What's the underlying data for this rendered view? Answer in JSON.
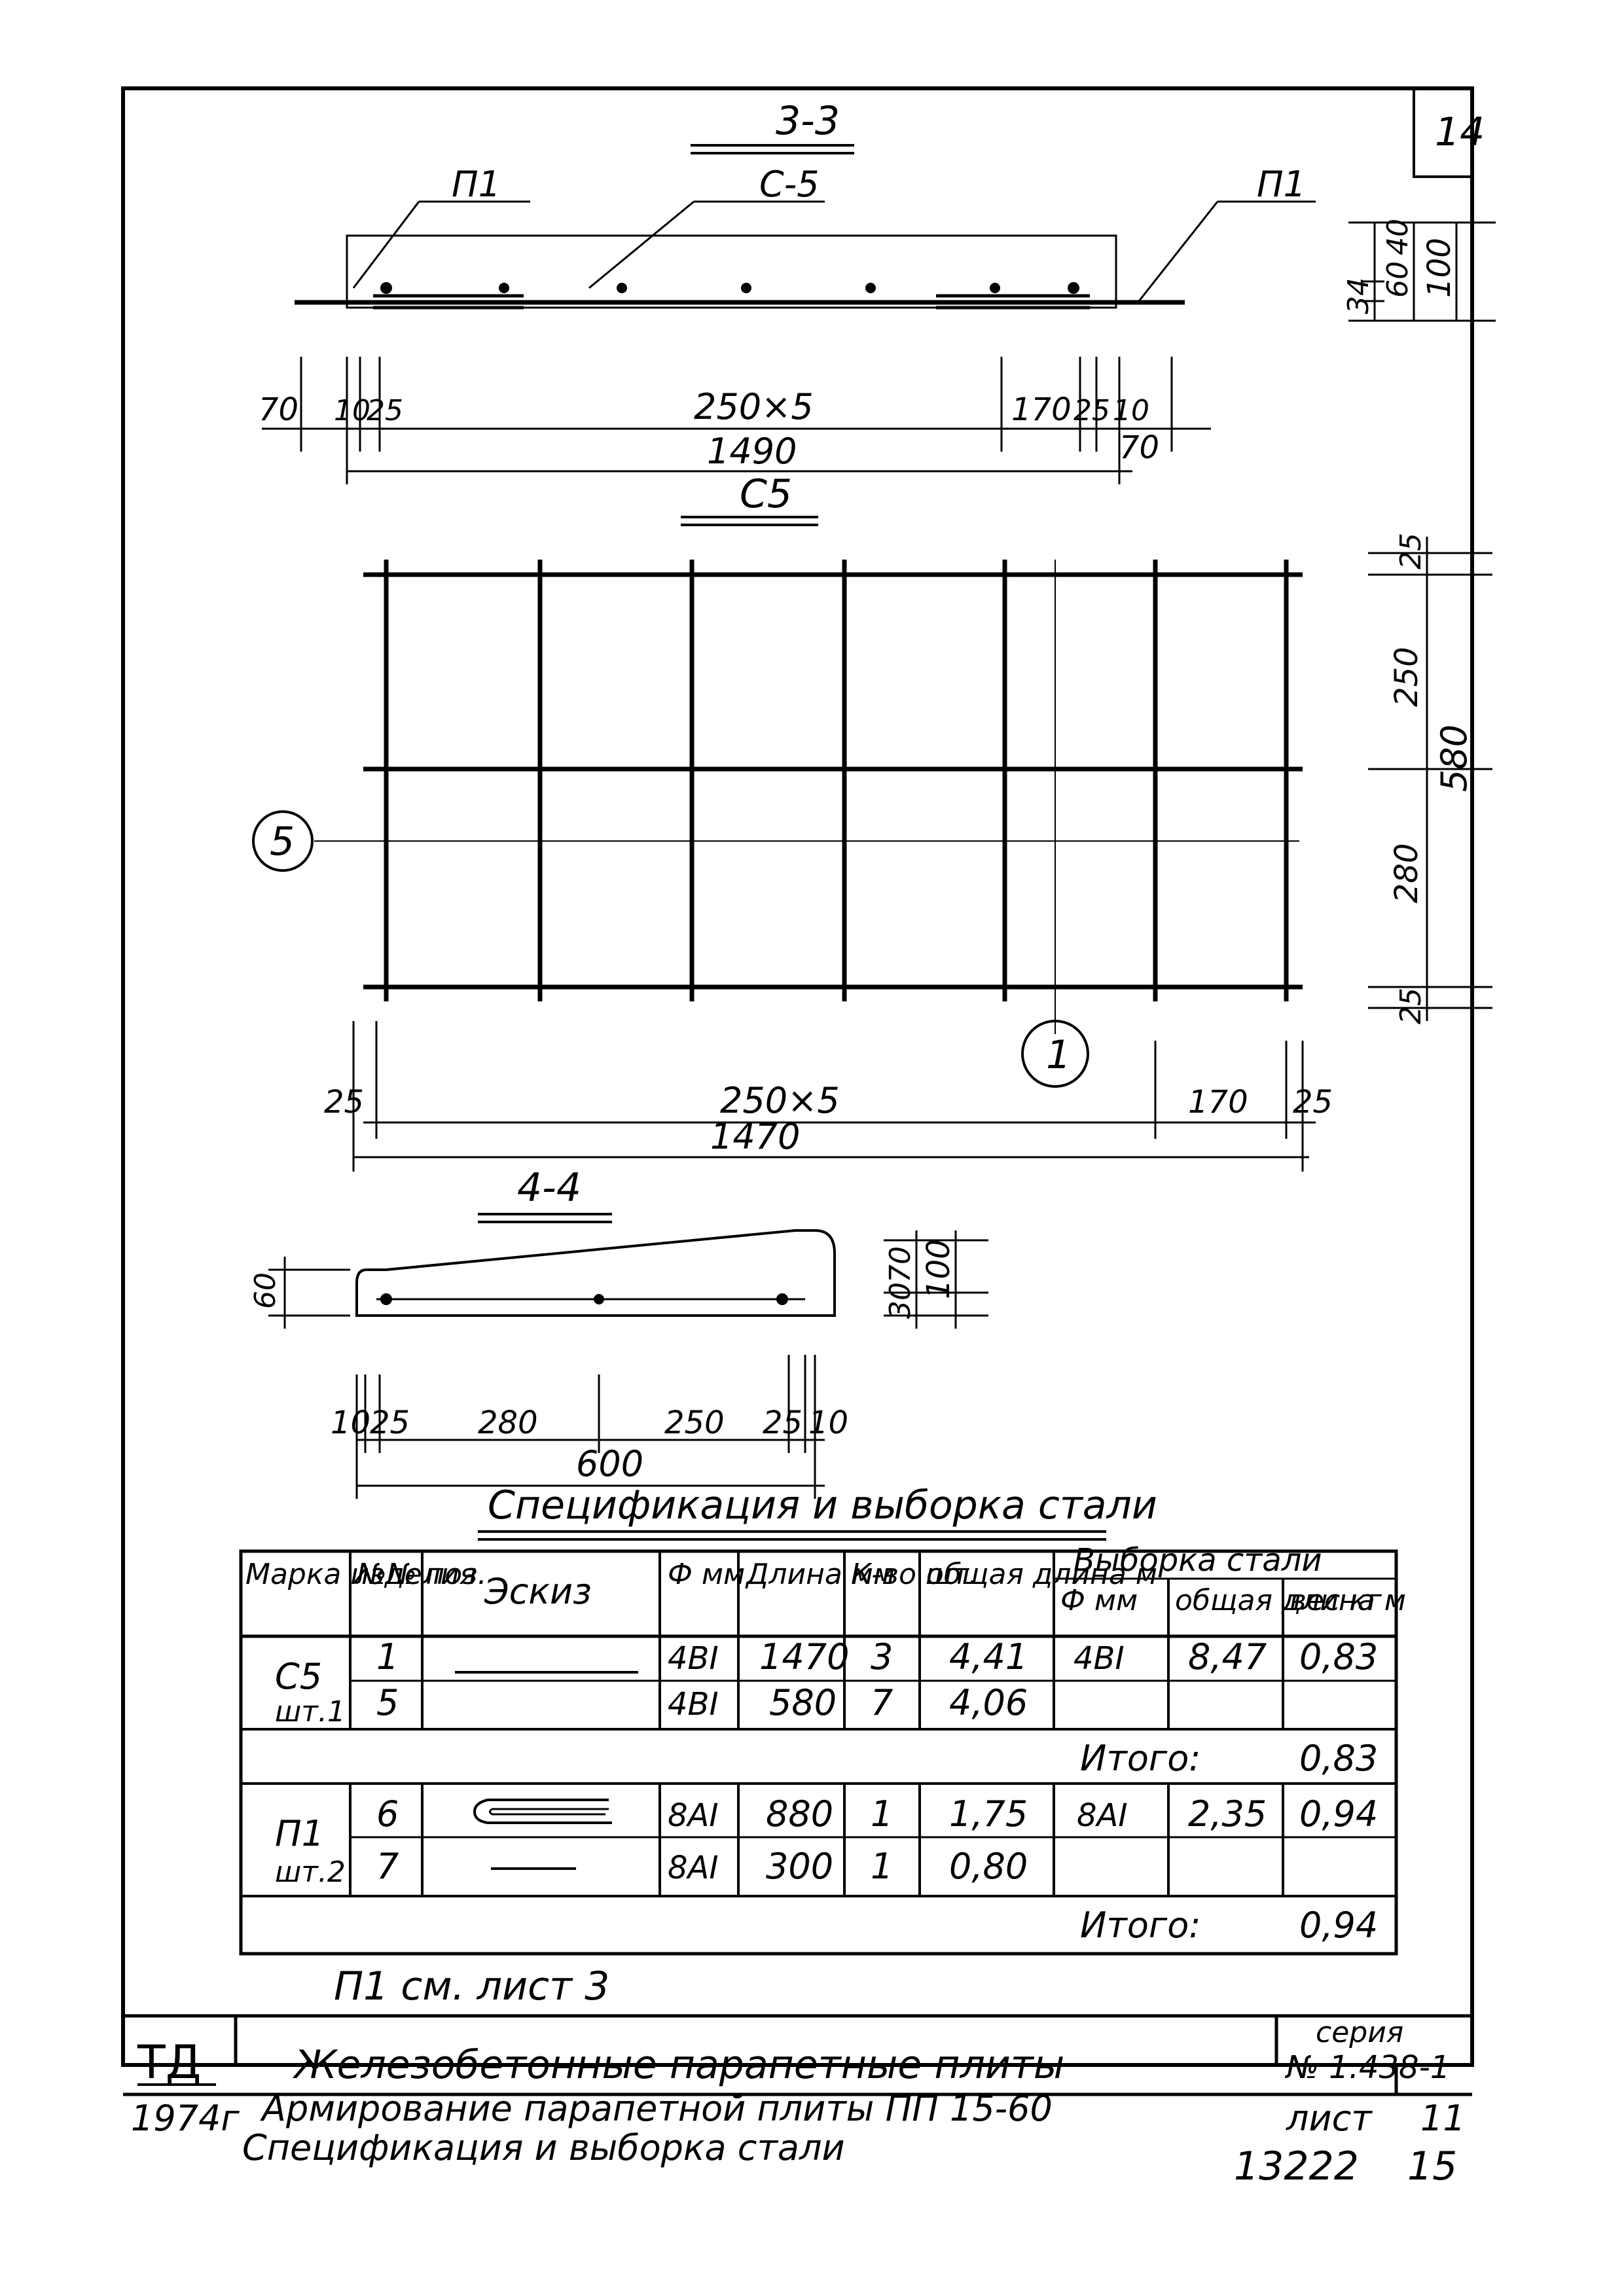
{
  "sheet_corner": "14",
  "section_3": {
    "title": "3-3",
    "label_left": "П1",
    "label_mid": "С-5",
    "label_right": "П1",
    "side_dims": [
      "34",
      "60",
      "40",
      "100"
    ],
    "dims_row": [
      "70",
      "10",
      "25",
      "250×5",
      "170",
      "25",
      "10",
      "70"
    ],
    "total": "1490"
  },
  "mesh": {
    "title": "С5",
    "right_dims": [
      "25",
      "250",
      "580",
      "280",
      "25"
    ],
    "bottom_dims": [
      "25",
      "250×5",
      "170",
      "25"
    ],
    "total": "1470",
    "callout_5": "5",
    "callout_1": "1"
  },
  "section_4": {
    "title": "4-4",
    "height_left": "60",
    "right_dims": [
      "30",
      "70",
      "100"
    ],
    "dims_row": [
      "10",
      "25",
      "280",
      "250",
      "25",
      "10"
    ],
    "total": "600"
  },
  "spec": {
    "title": "Спецификация и выборка стали",
    "headers": {
      "mark": "Марка изделия",
      "pos": "№№ поз.",
      "sketch": "Эскиз",
      "dia": "Ф мм",
      "len": "Длина мм",
      "qty": "К-во шт.",
      "total_len": "общая длина м",
      "selection": "Выборка стали",
      "sel_dia": "Ф мм",
      "sel_len": "общая длина м",
      "sel_weight": "вес кг"
    },
    "groups": [
      {
        "mark": "С5",
        "count": "шт.1",
        "rows": [
          {
            "pos": "1",
            "dia": "4ВI",
            "len": "1470",
            "qty": "3",
            "total": "4,41",
            "sel_dia": "4ВI",
            "sel_len": "8,47",
            "weight": "0,83"
          },
          {
            "pos": "5",
            "dia": "4ВI",
            "len": "580",
            "qty": "7",
            "total": "4,06",
            "sel_dia": "",
            "sel_len": "",
            "weight": ""
          }
        ],
        "subtotal_label": "Итого:",
        "subtotal": "0,83"
      },
      {
        "mark": "П1",
        "count": "шт.2",
        "rows": [
          {
            "pos": "6",
            "dia": "8АI",
            "len": "880",
            "qty": "1",
            "total": "1,75",
            "sel_dia": "8АI",
            "sel_len": "2,35",
            "weight": "0,94"
          },
          {
            "pos": "7",
            "dia": "8АI",
            "len": "300",
            "qty": "1",
            "total": "0,80",
            "sel_dia": "",
            "sel_len": "",
            "weight": ""
          }
        ],
        "subtotal_label": "Итого:",
        "subtotal": "0,94"
      }
    ],
    "note": "П1 см. лист 3"
  },
  "title_block": {
    "org": "ТД",
    "year": "1974г",
    "name": "Железобетонные парапетные плиты",
    "desc1": "Армирование парапетной плиты ПП 15-60",
    "desc2": "Спецификация и выборка стали",
    "series_label": "серия",
    "series": "№ 1.438-1",
    "sheet_label": "лист",
    "sheet_no": "11"
  },
  "footer": {
    "code": "13222",
    "page": "15"
  }
}
